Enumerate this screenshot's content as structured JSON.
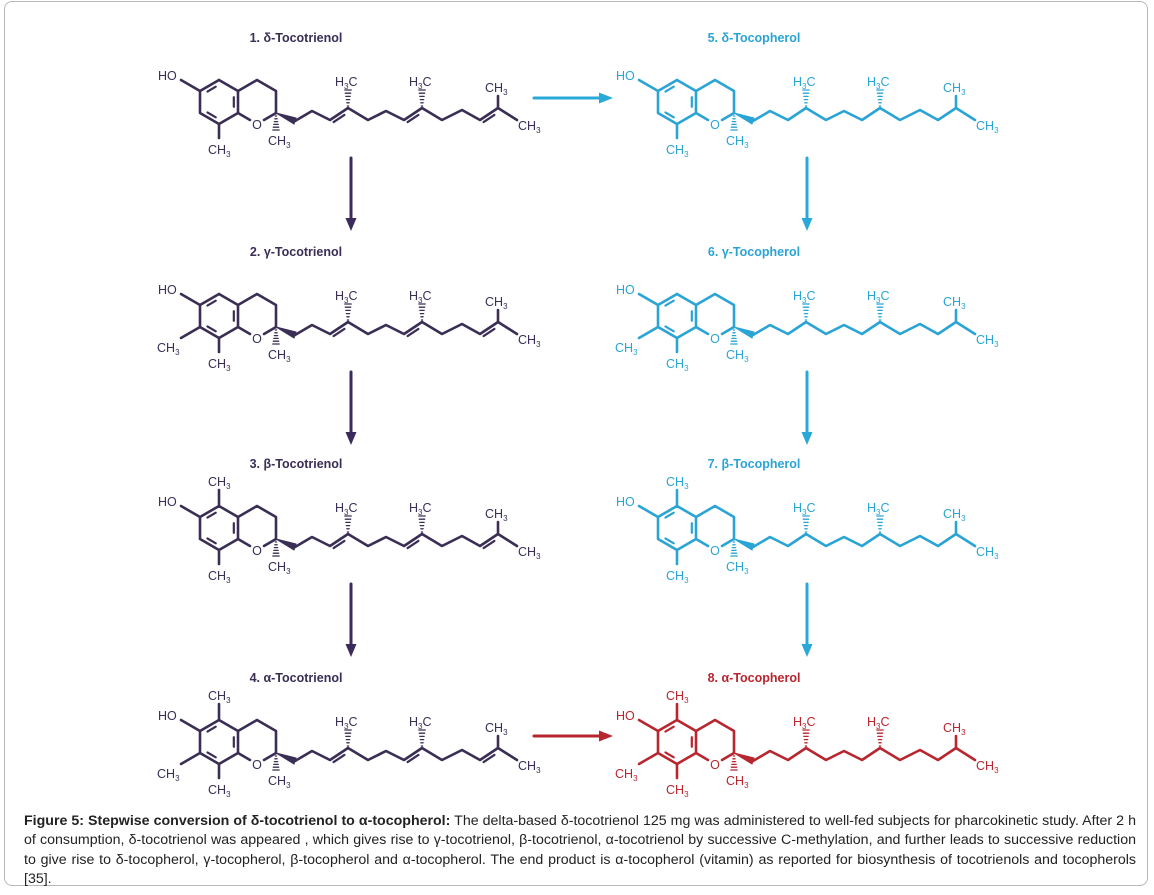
{
  "colors": {
    "tocotrienol": "#3a2e55",
    "tocopherol": "#2aa4d5",
    "alpha_tocopherol": "#b8262f",
    "arrow_dark": "#3b2a5c",
    "arrow_blue": "#2aa8d8",
    "arrow_red": "#b5262f"
  },
  "compounds": [
    {
      "id": "c1",
      "title": "1. δ-Tocotrienol",
      "column": "left",
      "row": 0,
      "chain": "trienol",
      "color_key": "tocotrienol",
      "methyl_5": false,
      "methyl_7": false,
      "methyl_8": true
    },
    {
      "id": "c2",
      "title": "2. γ-Tocotrienol",
      "column": "left",
      "row": 1,
      "chain": "trienol",
      "color_key": "tocotrienol",
      "methyl_5": false,
      "methyl_7": true,
      "methyl_8": true
    },
    {
      "id": "c3",
      "title": "3. β-Tocotrienol",
      "column": "left",
      "row": 2,
      "chain": "trienol",
      "color_key": "tocotrienol",
      "methyl_5": true,
      "methyl_7": false,
      "methyl_8": true
    },
    {
      "id": "c4",
      "title": "4. α-Tocotrienol",
      "column": "left",
      "row": 3,
      "chain": "trienol",
      "color_key": "tocotrienol",
      "methyl_5": true,
      "methyl_7": true,
      "methyl_8": true
    },
    {
      "id": "c5",
      "title": "5. δ-Tocopherol",
      "column": "right",
      "row": 0,
      "chain": "saturated",
      "color_key": "tocopherol",
      "methyl_5": false,
      "methyl_7": false,
      "methyl_8": true
    },
    {
      "id": "c6",
      "title": "6. γ-Tocopherol",
      "column": "right",
      "row": 1,
      "chain": "saturated",
      "color_key": "tocopherol",
      "methyl_5": false,
      "methyl_7": true,
      "methyl_8": true
    },
    {
      "id": "c7",
      "title": "7. β-Tocopherol",
      "column": "right",
      "row": 2,
      "chain": "saturated",
      "color_key": "tocopherol",
      "methyl_5": true,
      "methyl_7": false,
      "methyl_8": true
    },
    {
      "id": "c8",
      "title": "8. α-Tocopherol",
      "column": "right",
      "row": 3,
      "chain": "saturated",
      "color_key": "alpha_tocopherol",
      "methyl_5": true,
      "methyl_7": true,
      "methyl_8": true
    }
  ],
  "atom_labels": {
    "hydroxyl": "HO",
    "oxygen": "O",
    "methyl_main": "CH",
    "methyl_sub": "3",
    "branch_methyl_h": "H",
    "branch_methyl_sub": "3",
    "branch_methyl_c": "C"
  },
  "arrows": [
    {
      "from": "c1",
      "to": "c5",
      "direction": "right",
      "color_key": "arrow_blue"
    },
    {
      "from": "c4",
      "to": "c8",
      "direction": "right",
      "color_key": "arrow_red"
    },
    {
      "from": "c1",
      "to": "c2",
      "direction": "down",
      "color_key": "arrow_dark"
    },
    {
      "from": "c2",
      "to": "c3",
      "direction": "down",
      "color_key": "arrow_dark"
    },
    {
      "from": "c3",
      "to": "c4",
      "direction": "down",
      "color_key": "arrow_dark"
    },
    {
      "from": "c5",
      "to": "c6",
      "direction": "down",
      "color_key": "arrow_blue"
    },
    {
      "from": "c6",
      "to": "c7",
      "direction": "down",
      "color_key": "arrow_blue"
    },
    {
      "from": "c7",
      "to": "c8",
      "direction": "down",
      "color_key": "arrow_blue"
    }
  ],
  "caption": {
    "label": "Figure 5: Stepwise conversion of δ-tocotrienol to α-tocopherol:",
    "text": " The delta-based δ-tocotrienol 125 mg was administered to well-fed subjects for pharcokinetic study. After 2 h of consumption, δ-tocotrienol was appeared , which gives rise to γ-tocotrienol, β-tocotrienol, α-tocotrienol by successive C-methylation, and further leads to successive reduction to give rise to δ-tocopherol, γ-tocopherol, β-tocopherol and α-tocopherol. The end product is α-tocopherol (vitamin) as reported for biosynthesis of tocotrienols and tocopherols [35]."
  }
}
